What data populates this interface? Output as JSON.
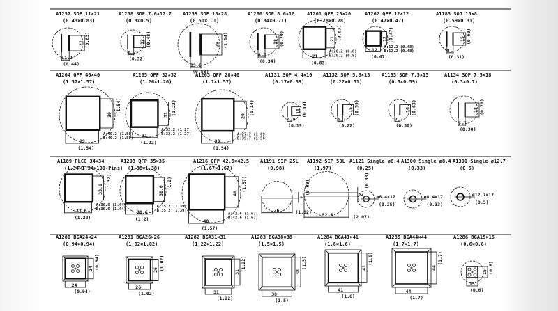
{
  "items": [
    {
      "title": "A1257 SOP 11×21",
      "sub": "(0.43×0.83)",
      "type": "sop",
      "dims": [
        "21",
        "(0.83)",
        "11.2",
        "(0.44)"
      ]
    },
    {
      "title": "A1258 SOP 7.6×12.7",
      "sub": "(0.3×0.5)",
      "type": "sop",
      "dims": [
        "12",
        "(0.48)",
        "8.2",
        "(0.32)"
      ]
    },
    {
      "title": "A1259 SOP 13×28",
      "sub": "(0.51×1.1)",
      "type": "sop",
      "dims": [
        "29",
        "(1.14)",
        "13.6",
        "(0.53)"
      ]
    },
    {
      "title": "A1260 SOP 8.6×18",
      "sub": "(0.34×0.71)",
      "type": "sop",
      "dims": [
        "18",
        "(0.70)",
        "8.7",
        "(0.34)"
      ]
    },
    {
      "title": "A1261 QFP 20×20",
      "sub": "(0.78×0.78)",
      "type": "qfp",
      "dims": [
        "21",
        "(0.83)",
        "21",
        "(0.83)",
        "A:20.2 (0.8)",
        "B:20.2 (0.8)"
      ]
    },
    {
      "title": "A1262 QFP 12×12",
      "sub": "(0.47×0.47)",
      "type": "qfp",
      "dims": [
        "12",
        "(0.47)",
        "12",
        "(0.47)",
        "A:12.2 (0.48)",
        "B:12.2 (0.48)"
      ]
    },
    {
      "title": "A1183 SOJ 15×8",
      "sub": "(0.59×0.31)",
      "type": "sop",
      "dims": [
        "15",
        "(0.60)",
        "8",
        "(0.31)"
      ]
    },
    {
      "title": "A1264 QFP 40×40",
      "sub": "(1.57×1.57)",
      "type": "qfp",
      "dims": [
        "39",
        "(1.54)",
        "39",
        "(1.54)",
        "A:40.2 (1.58)",
        "B:40.2 (1.58)"
      ]
    },
    {
      "title": "A1265 QFP 32×32",
      "sub": "(1.26×1.26)",
      "type": "qfp",
      "dims": [
        "31",
        "(1.22)",
        "31",
        "(1.22)",
        "A:32.2 (1.27)",
        "B:32.2 (1.27)"
      ]
    },
    {
      "title": "A1263 QFP 28×40",
      "sub": "(1.1×1.57)",
      "type": "qfp",
      "dims": [
        "29",
        "(1.14)",
        "39",
        "(1.54)",
        "A:27.7 (1.09)",
        "B:39.7 (1.56)"
      ]
    },
    {
      "title": "A1131 SOP 4.4×10",
      "sub": "(0.17×0.39)",
      "type": "sop",
      "dims": [
        "10",
        "(0.39)",
        "4.8",
        "(0.19)"
      ]
    },
    {
      "title": "A1132 SOP 5.6×13",
      "sub": "(0.22×0.51)",
      "type": "sop",
      "dims": [
        "15",
        "(0.59)",
        "5.7",
        "(0.22)"
      ]
    },
    {
      "title": "A1133 SOP 7.5×15",
      "sub": "(0.3×0.59)",
      "type": "sop",
      "dims": [
        "16",
        "(0.63)",
        "7.7",
        "(0.30)"
      ]
    },
    {
      "title": "A1134 SOP 7.5×18",
      "sub": "(0.3×0.7)",
      "type": "sop",
      "dims": [
        "18",
        "(0.70)",
        "7.7",
        "(0.30)"
      ]
    },
    {
      "title": "A1189 PLCC 34×34",
      "sub": "(1.34×1.34×100-Pins)",
      "type": "qfp",
      "dims": [
        "33.6",
        "(1.32)",
        "33.6",
        "(1.32)",
        "A:36.6 (1.44)",
        "B:36.6 (1.44)"
      ]
    },
    {
      "title": "A1203 QFP 35×35",
      "sub": "(1.38×1.38)",
      "type": "qfp",
      "dims": [
        "30.6",
        "(1.2)",
        "30.6",
        "(1.2)",
        "A:35.2 (1.39)",
        "B:35.2 (1.39)"
      ]
    },
    {
      "title": "A1216 QFP 42.5×42.5",
      "sub": "(1.67×1.67)",
      "type": "qfp",
      "dims": [
        "40",
        "(1.57)",
        "40",
        "(1.57)",
        "A:42.6 (1.67)",
        "B:42.6 (1.67)"
      ]
    },
    {
      "title": "A1191 SIP 25L",
      "sub": "(0.98)",
      "type": "sip",
      "dims": [
        "26",
        "(1.02)",
        "2",
        "(0.08)"
      ]
    },
    {
      "title": "A1192 SIP 50L",
      "sub": "(1.97)",
      "type": "sip",
      "dims": [
        "52.6",
        "(2.07)",
        "2",
        "(0.08)"
      ]
    },
    {
      "title": "A1121 Single ø6.4",
      "sub": "(0.25)",
      "type": "single",
      "dims": [
        "ø6.4×17",
        "(0.25)"
      ]
    },
    {
      "title": "A1300 Single ø8.4",
      "sub": "(0.33)",
      "type": "single",
      "dims": [
        "ø8.4×17",
        "(0.33)"
      ]
    },
    {
      "title": "A1301 Single ø12.7",
      "sub": "(0.5)",
      "type": "single",
      "dims": [
        "ø12.7×17",
        "(0.5)"
      ]
    },
    {
      "title": "A1280 BGA24×24",
      "sub": "(0.94×0.94)",
      "type": "bga",
      "dims": [
        "24",
        "(0.94)",
        "24",
        "(0.94)"
      ]
    },
    {
      "title": "A1281 BGA26×26",
      "sub": "(1.02×1.02)",
      "type": "bga",
      "dims": [
        "26",
        "(1.02)",
        "26",
        "(1.02)"
      ]
    },
    {
      "title": "A1282 BGA31×31",
      "sub": "(1.22×1.22)",
      "type": "bga",
      "dims": [
        "31",
        "(1.22)",
        "31",
        "(1.22)"
      ]
    },
    {
      "title": "A1283 BGA38×38",
      "sub": "(1.5×1.5)",
      "type": "bga",
      "dims": [
        "38",
        "(1.5)",
        "38",
        "(1.5)"
      ]
    },
    {
      "title": "A1284 BGA41×41",
      "sub": "(1.6×1.6)",
      "type": "bga",
      "dims": [
        "41",
        "(1.6)",
        "41",
        "(1.6)"
      ]
    },
    {
      "title": "A1285 BGA44×44",
      "sub": "(1.7×1.7)",
      "type": "bga",
      "dims": [
        "44",
        "(1.7)",
        "44",
        "(1.7)"
      ]
    },
    {
      "title": "A1286 BGA15×15",
      "sub": "(0.6×0.6)",
      "type": "bgaround",
      "dims": [
        "15",
        "(0.6)",
        "15",
        "(0.6)"
      ]
    }
  ]
}
